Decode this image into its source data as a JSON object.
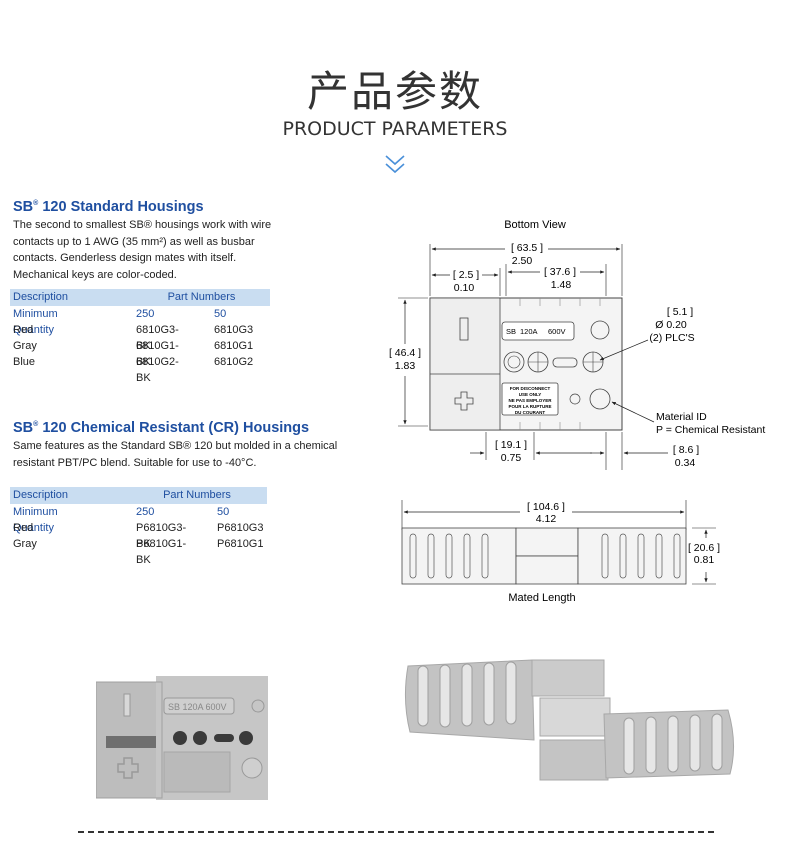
{
  "header": {
    "title_cn": "产品参数",
    "title_en": "PRODUCT PARAMETERS",
    "chevron_icon": "double-chevron-down-icon",
    "accent_color": "#4a90d9"
  },
  "standard": {
    "title_prefix": "SB",
    "title_reg": "®",
    "title_suffix": " 120 Standard Housings",
    "lines": [
      "The second to smallest SB® housings work with wire",
      "contacts up to 1 AWG (35 mm²) as well as busbar",
      "contacts. Genderless design mates with itself.",
      "Mechanical keys are color-coded."
    ],
    "table": {
      "col_description": "Description",
      "col_part_numbers": "Part Numbers",
      "min_qty_label": "Minimum Quantity",
      "qty_a": "250",
      "qty_b": "50",
      "rows": [
        {
          "color": "Red",
          "a": "6810G3-BK",
          "b": "6810G3"
        },
        {
          "color": "Gray",
          "a": "6810G1-BK",
          "b": "6810G1"
        },
        {
          "color": "Blue",
          "a": "6810G2-BK",
          "b": "6810G2"
        }
      ]
    }
  },
  "chemical": {
    "title_prefix": "SB",
    "title_reg": "®",
    "title_suffix": " 120 Chemical Resistant (CR) Housings",
    "lines": [
      "Same features as the Standard SB® 120 but molded in a chemical",
      "resistant PBT/PC blend.  Suitable for use to -40°C."
    ],
    "table": {
      "col_description": "Description",
      "col_part_numbers": "Part Numbers",
      "min_qty_label": "Minimum Quantity",
      "qty_a": "250",
      "qty_b": "50",
      "rows": [
        {
          "color": "Red",
          "a": "P6810G3-BK",
          "b": "P6810G3"
        },
        {
          "color": "Gray",
          "a": "P6810G1-BK",
          "b": "P6810G1"
        }
      ]
    }
  },
  "drawing": {
    "bottom_view": "Bottom View",
    "dim_635": "[ 63.5 ]",
    "dim_250": "2.50",
    "dim_25": "[ 2.5 ]",
    "dim_010": "0.10",
    "dim_376": "[ 37.6 ]",
    "dim_148": "1.48",
    "dim_51": "[ 5.1 ]",
    "dim_020": "Ø 0.20",
    "plcs": "(2) PLC'S",
    "dim_464": "[ 46.4 ]",
    "dim_183": "1.83",
    "label_sb": "SB",
    "label_120a": "120A",
    "label_600v": "600V",
    "warning_1": "FOR DISCONNECT",
    "warning_2": "USE ONLY",
    "warning_3": "NE PAS EMPLOYER",
    "warning_4": "POUR LA RUPTURE",
    "warning_5": "DU COURANT",
    "material_id": "Material ID",
    "material_p": "P =  Chemical Resistant",
    "dim_191": "[ 19.1 ]",
    "dim_075": "0.75",
    "dim_86": "[ 8.6 ]",
    "dim_034": "0.34",
    "dim_1046": "[ 104.6 ]",
    "dim_412": "4.12",
    "dim_206": "[ 20.6 ]",
    "dim_081": "0.81",
    "mated_length": "Mated Length",
    "photo_label": "SB 120A 600V"
  }
}
